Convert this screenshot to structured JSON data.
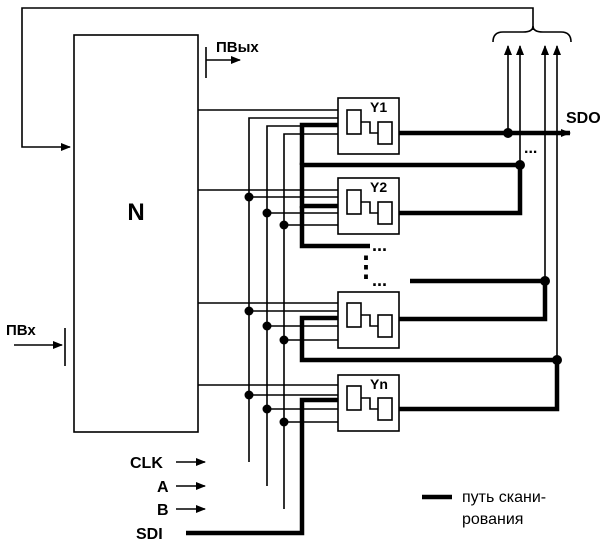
{
  "diagram": {
    "block_label": "N",
    "output_port": "ПВых",
    "input_port": "ПВх",
    "cells": [
      {
        "label": "Y1"
      },
      {
        "label": "Y2"
      },
      {
        "label": "Yn"
      }
    ],
    "sdo_label": "SDO",
    "signals": {
      "clk": "CLK",
      "a": "A",
      "b": "B",
      "sdi": "SDI"
    },
    "ellipsis_dots": "...",
    "ellipsis_vertical": "⋮",
    "legend": {
      "line1": "путь скани-",
      "line2": "рования"
    }
  }
}
